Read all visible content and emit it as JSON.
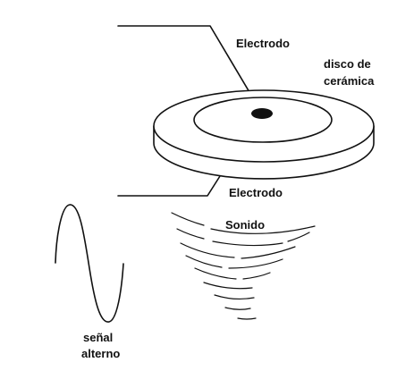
{
  "labels": {
    "electrode_top": "Electrodo",
    "electrode_bottom": "Electrodo",
    "ceramic_disc_line1": "disco de",
    "ceramic_disc_line2": "cerámica",
    "sound": "Sonido",
    "signal_line1": "señal",
    "signal_line2": "alterno"
  },
  "colors": {
    "ink": "#111111",
    "background": "#ffffff"
  }
}
